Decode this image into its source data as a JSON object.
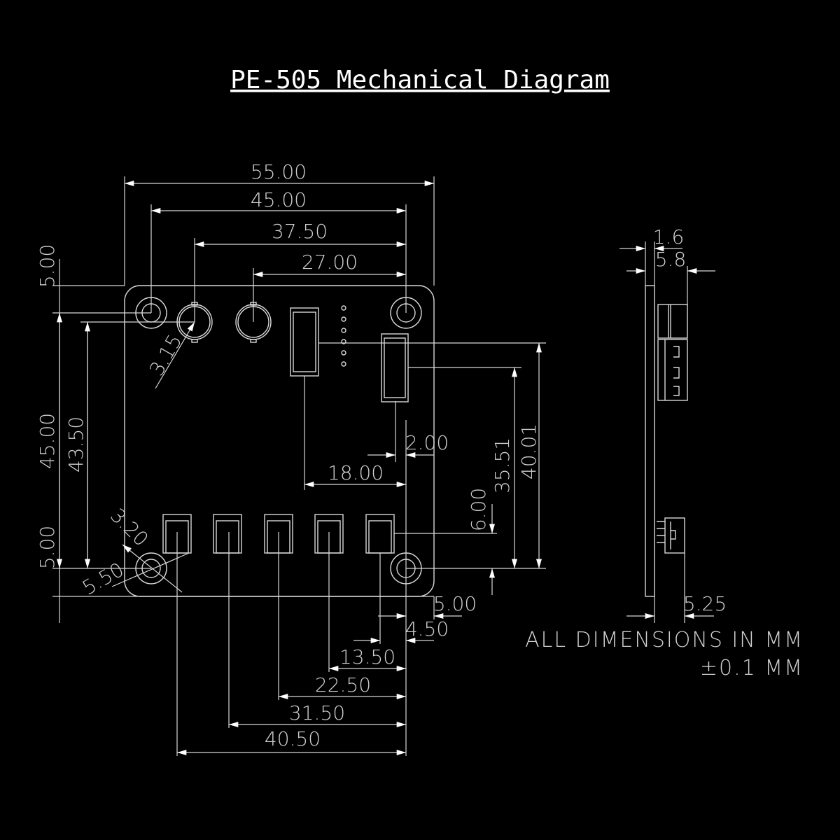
{
  "title": "PE-505 Mechanical Diagram",
  "notes": {
    "line1": "ALL DIMENSIONS IN MM",
    "line2": "±0.1 MM"
  },
  "front_view": {
    "top_dims": {
      "overall_width": "55.00",
      "hole_spacing": "45.00",
      "conn1_offset": "37.50",
      "conn2_offset": "27.00"
    },
    "left_dims": {
      "top_edge_to_hole": "5.00",
      "hole_spacing_vertical": "45.00",
      "conn_to_hole": "43.50",
      "bottom_edge_to_hole": "5.00"
    },
    "hole_dims": {
      "connector_diameter": "3.15",
      "hole_diameter": "3.20",
      "pad_diameter": "5.50"
    },
    "right_dims": {
      "header2_height": "40.01",
      "header2_bottom": "35.51",
      "bottom_header_offset": "6.00",
      "header_gap": "2.00",
      "header_spacing": "18.00"
    },
    "bottom_dims": [
      "5.00",
      "4.50",
      "13.50",
      "22.50",
      "31.50",
      "40.50"
    ]
  },
  "side_view": {
    "board_thickness": "1.6",
    "total_height": "5.8",
    "bottom_connector_height": "5.25"
  }
}
